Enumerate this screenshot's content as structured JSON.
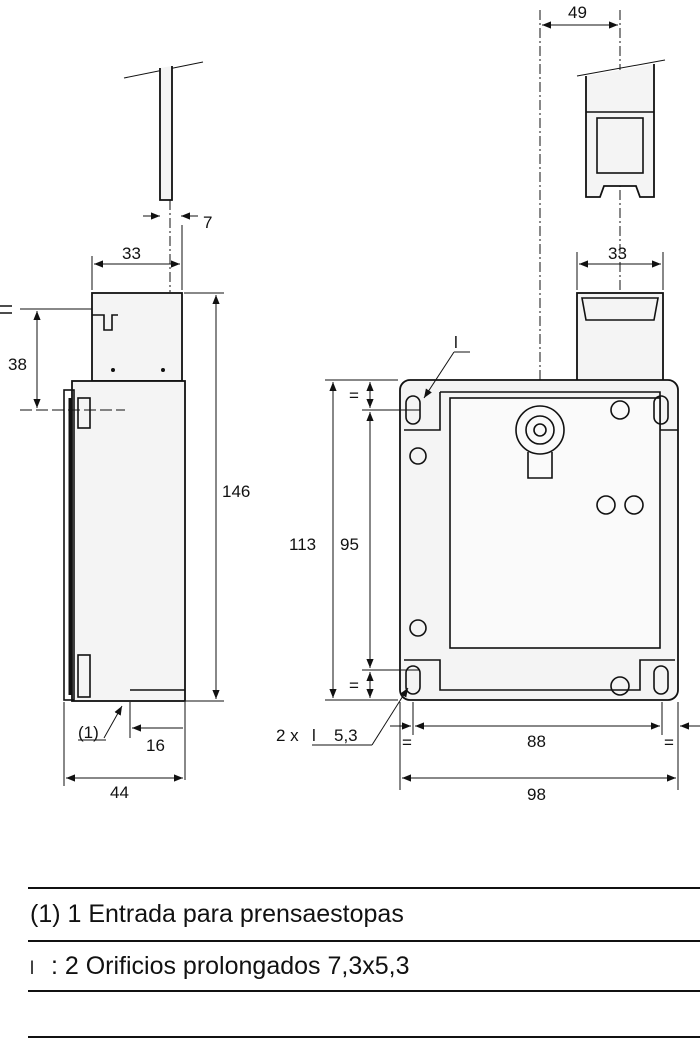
{
  "dimensions": {
    "d49": "49",
    "d7": "7",
    "d33_left": "33",
    "d33_right": "33",
    "d38": "38",
    "d146": "146",
    "d113": "113",
    "d95": "95",
    "d16": "16",
    "d44": "44",
    "d88": "88",
    "d98": "98",
    "eq": "=",
    "callout_1": "(1)",
    "hole_callout": "2 x",
    "hole_size": "5,3",
    "hole_symbol": "l"
  },
  "legend": {
    "row1": "(1) 1 Entrada para prensaestopas",
    "row2_symbol": "l",
    "row2": ": 2 Orificios prolongados 7,3x5,3"
  }
}
